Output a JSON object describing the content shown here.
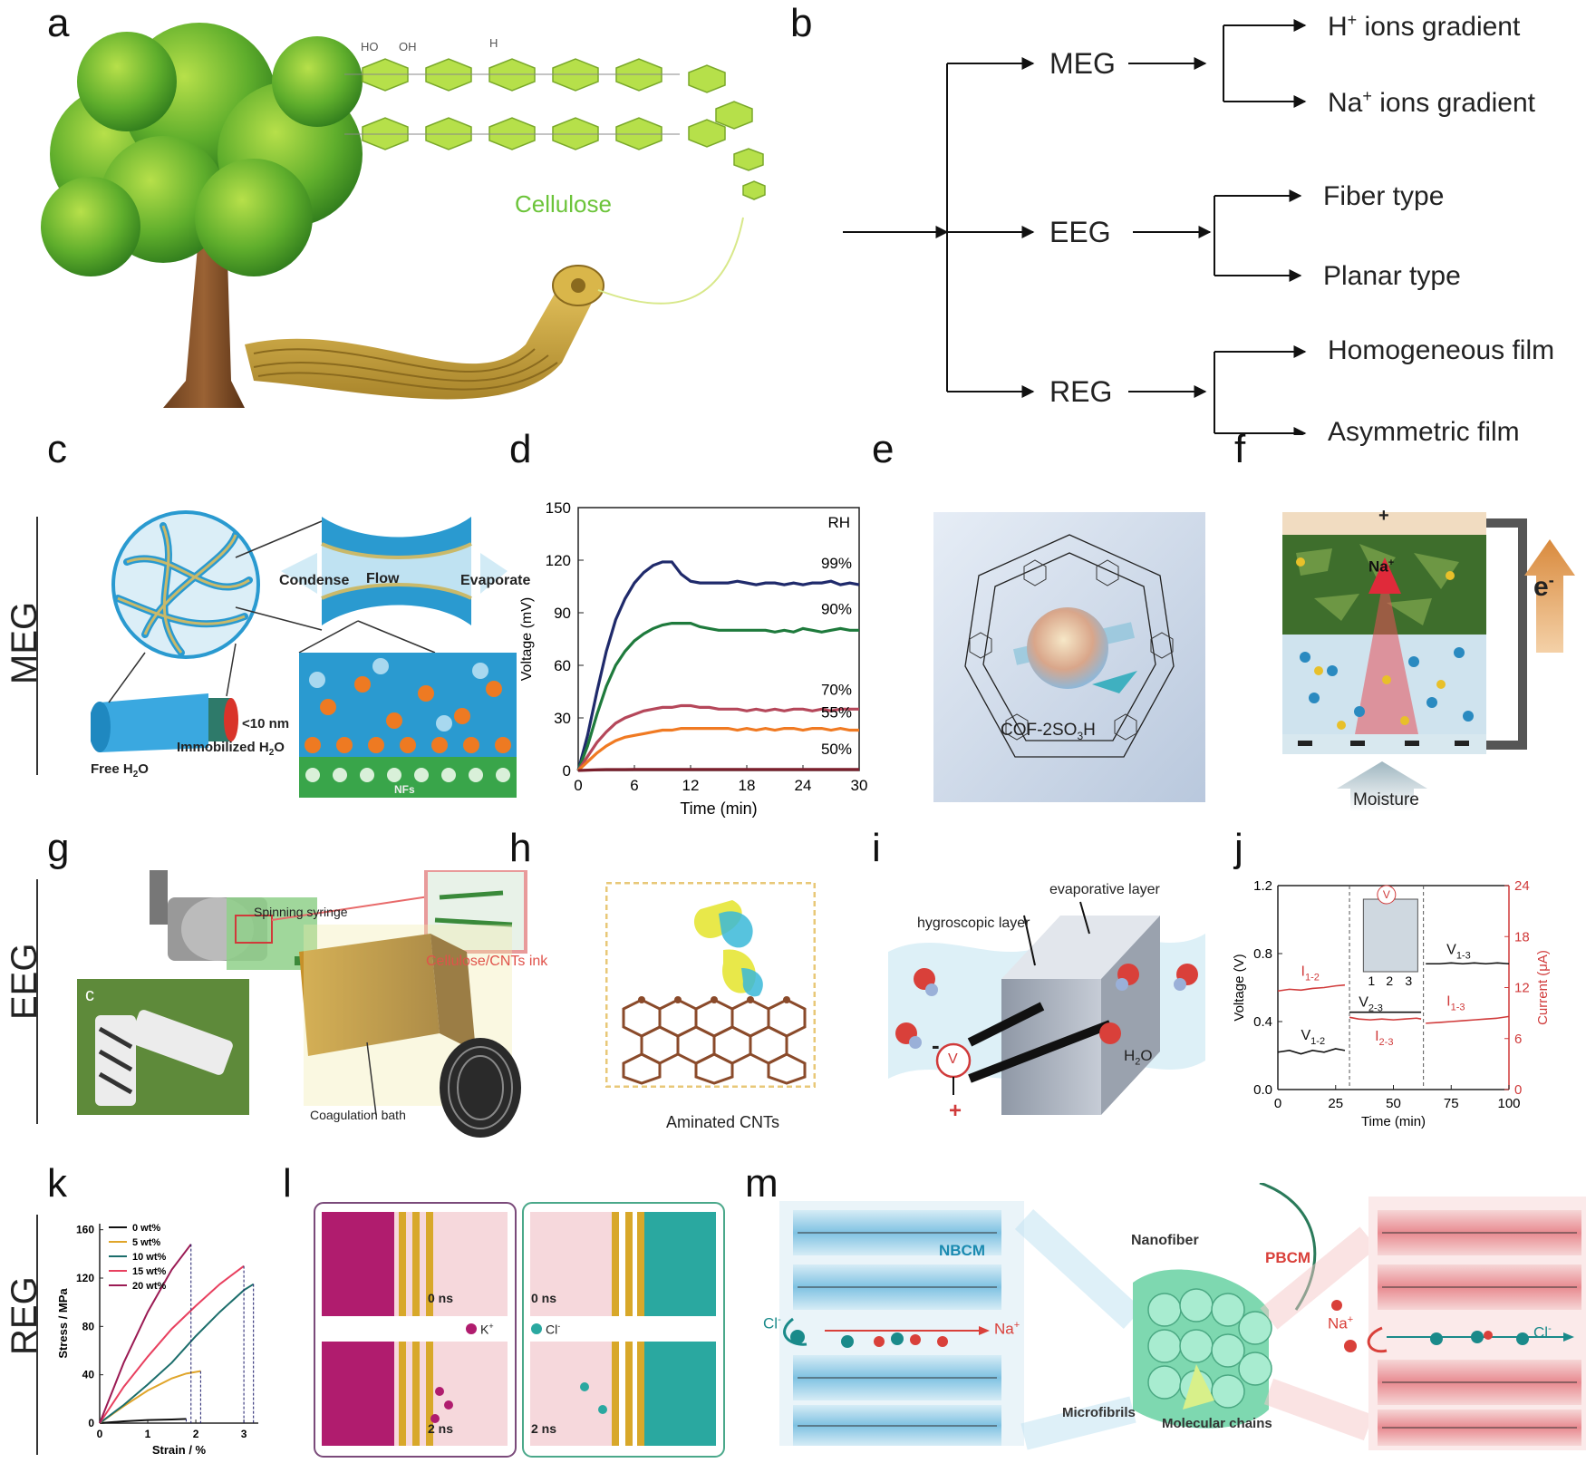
{
  "panels": {
    "a": "a",
    "b": "b",
    "c": "c",
    "d": "d",
    "e": "e",
    "f": "f",
    "g": "g",
    "h": "h",
    "i": "i",
    "j": "j",
    "k": "k",
    "l": "l",
    "m": "m"
  },
  "sections": {
    "meg": "MEG",
    "eeg": "EEG",
    "reg": "REG"
  },
  "panel_a": {
    "cellulose": "Cellulose",
    "ho": "HO",
    "oh": "OH",
    "h": "H"
  },
  "panel_b": {
    "meg": "MEG",
    "eeg": "EEG",
    "reg": "REG",
    "h_ions": "ions gradient",
    "h_sym": "H",
    "na_sym": "Na",
    "plus": "+",
    "fiber": "Fiber type",
    "planar": "Planar type",
    "homog": "Homogeneous film",
    "asym": "Asymmetric film"
  },
  "panel_c": {
    "condense": "Condense",
    "flow": "Flow",
    "evaporate": "Evaporate",
    "size": "<10 nm",
    "free": "Free H",
    "free_sub": "2",
    "free_o": "O",
    "immob": "Immobilized  H",
    "immob_sub": "2",
    "immob_o": "O",
    "nfs": "NFs"
  },
  "panel_e": {
    "label": "COF-2SO",
    "sub": "3",
    "tail": "H"
  },
  "panel_f": {
    "na": "Na",
    "plus": "+",
    "eminus": "e",
    "moisture": "Moisture"
  },
  "panel_g": {
    "syringe": "Spinning syringe",
    "ink": "Cellulose/CNTs ink",
    "bath": "Coagulation bath",
    "inset": "c"
  },
  "panel_h": {
    "caption": "Aminated CNTs"
  },
  "panel_i": {
    "evap": "evaporative layer",
    "hygro": "hygroscopic layer",
    "water": "H",
    "water_sub": "2",
    "water_o": "O",
    "v": "V",
    "minus": "-",
    "plus": "+"
  },
  "panel_j": {
    "i12": "I",
    "i12s": "1-2",
    "v12": "V",
    "v12s": "1-2",
    "v23": "V",
    "v23s": "2-3",
    "i23": "I",
    "i23s": "2-3",
    "v13": "V",
    "v13s": "1-3",
    "i13": "I",
    "i13s": "1-3",
    "n1": "1",
    "n2": "2",
    "n3": "3",
    "v": "V"
  },
  "panel_l": {
    "t0a": "0 ns",
    "t0b": "0 ns",
    "t2a": "2 ns",
    "t2b": "2 ns",
    "k": "K",
    "kplus": "+",
    "cl": "Cl",
    "clminus": "-"
  },
  "panel_m": {
    "nbcm": "NBCM",
    "pbcm": "PBCM",
    "nanofiber": "Nanofiber",
    "microfibrils": "Microfibrils",
    "chains": "Molecular chains",
    "cl": "Cl",
    "na": "Na",
    "minus": "-",
    "plus": "+"
  },
  "chart_data": [
    {
      "type": "line",
      "panel": "d",
      "xlabel": "Time (min)",
      "ylabel": "Voltage (mV)",
      "xlim": [
        0,
        30
      ],
      "ylim": [
        0,
        150
      ],
      "xticks": [
        0,
        6,
        12,
        18,
        24,
        30
      ],
      "yticks": [
        0,
        30,
        60,
        90,
        120,
        150
      ],
      "legend_title": "RH",
      "series": [
        {
          "name": "99%",
          "color": "#1f2a6b",
          "x": [
            0,
            1,
            2,
            3,
            4,
            5,
            6,
            7,
            8,
            9,
            10,
            11,
            12,
            13,
            14,
            15,
            16,
            17,
            18,
            19,
            20,
            21,
            22,
            23,
            24,
            25,
            26,
            27,
            28,
            29,
            30
          ],
          "y": [
            0,
            20,
            45,
            68,
            86,
            98,
            107,
            113,
            117,
            119,
            119,
            112,
            108,
            107,
            107,
            107,
            107,
            108,
            107,
            106,
            107,
            107,
            106,
            107,
            106,
            107,
            107,
            108,
            106,
            107,
            106
          ]
        },
        {
          "name": "90%",
          "color": "#1e7a3c",
          "x": [
            0,
            1,
            2,
            3,
            4,
            5,
            6,
            7,
            8,
            9,
            10,
            11,
            12,
            13,
            14,
            15,
            16,
            17,
            18,
            19,
            20,
            21,
            22,
            23,
            24,
            25,
            26,
            27,
            28,
            29,
            30
          ],
          "y": [
            0,
            14,
            32,
            48,
            60,
            68,
            74,
            78,
            81,
            83,
            84,
            84,
            84,
            82,
            81,
            80,
            80,
            80,
            80,
            80,
            80,
            79,
            80,
            79,
            81,
            80,
            79,
            80,
            81,
            80,
            80
          ]
        },
        {
          "name": "70%",
          "color": "#b5475a",
          "x": [
            0,
            1,
            2,
            3,
            4,
            5,
            6,
            7,
            8,
            9,
            10,
            11,
            12,
            13,
            14,
            15,
            16,
            17,
            18,
            19,
            20,
            21,
            22,
            23,
            24,
            25,
            26,
            27,
            28,
            29,
            30
          ],
          "y": [
            0,
            8,
            16,
            22,
            27,
            30,
            32,
            34,
            35,
            36,
            36,
            37,
            37,
            36,
            36,
            35,
            35,
            35,
            34,
            35,
            34,
            35,
            34,
            35,
            35,
            34,
            35,
            34,
            35,
            35,
            35
          ]
        },
        {
          "name": "55%",
          "color": "#f07a22",
          "x": [
            0,
            1,
            2,
            3,
            4,
            5,
            6,
            7,
            8,
            9,
            10,
            11,
            12,
            13,
            14,
            15,
            16,
            17,
            18,
            19,
            20,
            21,
            22,
            23,
            24,
            25,
            26,
            27,
            28,
            29,
            30
          ],
          "y": [
            0,
            5,
            10,
            14,
            17,
            19,
            20,
            21,
            22,
            23,
            23,
            24,
            24,
            24,
            24,
            24,
            24,
            23,
            24,
            23,
            24,
            23,
            24,
            24,
            23,
            24,
            24,
            23,
            24,
            23,
            23
          ]
        },
        {
          "name": "50%",
          "color": "#7a1f2c",
          "x": [
            0,
            1,
            2,
            3,
            4,
            5,
            6,
            7,
            8,
            9,
            10,
            11,
            12,
            13,
            14,
            15,
            16,
            17,
            18,
            19,
            20,
            21,
            22,
            23,
            24,
            25,
            26,
            27,
            28,
            29,
            30
          ],
          "y": [
            0,
            0.2,
            0.4,
            0.5,
            0.5,
            0.5,
            0.6,
            0.6,
            0.6,
            0.6,
            0.6,
            0.6,
            0.6,
            0.6,
            0.6,
            0.6,
            0.6,
            0.6,
            0.6,
            0.6,
            0.6,
            0.6,
            0.6,
            0.6,
            0.6,
            0.6,
            0.6,
            0.6,
            0.6,
            0.6,
            0.6
          ]
        }
      ]
    },
    {
      "type": "line",
      "panel": "j",
      "xlabel": "Time (min)",
      "ylabel": "Voltage (V)",
      "ylabel_right": "Current (μA)",
      "xlim": [
        0,
        100
      ],
      "ylim": [
        0,
        1.2
      ],
      "ylim_right": [
        0,
        24
      ],
      "xticks": [
        0,
        25,
        50,
        75,
        100
      ],
      "yticks": [
        0.0,
        0.4,
        0.8,
        1.2
      ],
      "yticks_right": [
        0,
        6,
        12,
        18,
        24
      ],
      "dividers_x": [
        31,
        63
      ],
      "series": [
        {
          "name": "V1-2",
          "axis": "left",
          "color": "#111111",
          "x": [
            0,
            5,
            10,
            15,
            20,
            25,
            29
          ],
          "y": [
            0.22,
            0.23,
            0.21,
            0.23,
            0.22,
            0.24,
            0.23
          ]
        },
        {
          "name": "I1-2",
          "axis": "right",
          "color": "#d03a3a",
          "x": [
            0,
            5,
            10,
            15,
            20,
            25,
            29
          ],
          "y": [
            11.6,
            11.8,
            11.7,
            11.9,
            12.0,
            12.2,
            12.3
          ]
        },
        {
          "name": "V2-3",
          "axis": "left",
          "color": "#111111",
          "x": [
            31,
            35,
            40,
            45,
            50,
            55,
            60,
            62
          ],
          "y": [
            0.455,
            0.455,
            0.455,
            0.455,
            0.455,
            0.455,
            0.455,
            0.455
          ]
        },
        {
          "name": "I2-3",
          "axis": "right",
          "color": "#d03a3a",
          "x": [
            31,
            35,
            40,
            45,
            50,
            55,
            60,
            62
          ],
          "y": [
            8.5,
            8.3,
            8.2,
            8.3,
            8.2,
            8.3,
            8.4,
            8.3
          ]
        },
        {
          "name": "V1-3",
          "axis": "left",
          "color": "#111111",
          "x": [
            64,
            70,
            75,
            80,
            85,
            90,
            95,
            100
          ],
          "y": [
            0.74,
            0.74,
            0.745,
            0.74,
            0.745,
            0.74,
            0.745,
            0.74
          ]
        },
        {
          "name": "I1-3",
          "axis": "right",
          "color": "#d03a3a",
          "x": [
            64,
            70,
            75,
            80,
            85,
            90,
            95,
            100
          ],
          "y": [
            7.8,
            7.9,
            8.0,
            8.1,
            8.2,
            8.3,
            8.4,
            8.6
          ]
        }
      ]
    },
    {
      "type": "line",
      "panel": "k",
      "xlabel": "Strain / %",
      "ylabel": "Stress / MPa",
      "xlim": [
        0,
        3.3
      ],
      "ylim": [
        0,
        165
      ],
      "xticks": [
        0,
        1,
        2,
        3
      ],
      "yticks": [
        0,
        40,
        80,
        120,
        160
      ],
      "series": [
        {
          "name": "0 wt%",
          "color": "#111111",
          "x": [
            0,
            0.5,
            1.0,
            1.5,
            1.8
          ],
          "y": [
            0,
            1.5,
            2.5,
            3,
            3.5
          ],
          "break_x": 1.8
        },
        {
          "name": "5 wt%",
          "color": "#e0a52a",
          "x": [
            0,
            0.5,
            1.0,
            1.5,
            1.8,
            2.1
          ],
          "y": [
            0,
            14,
            27,
            37,
            41,
            43
          ],
          "break_x": 2.1
        },
        {
          "name": "10 wt%",
          "color": "#1b6d6b",
          "x": [
            0,
            0.5,
            1.0,
            1.5,
            2.0,
            2.5,
            3.0,
            3.2
          ],
          "y": [
            0,
            15,
            32,
            50,
            72,
            92,
            110,
            115
          ],
          "break_x": 3.2
        },
        {
          "name": "15 wt%",
          "color": "#e8405f",
          "x": [
            0,
            0.5,
            1.0,
            1.5,
            2.0,
            2.5,
            3.0
          ],
          "y": [
            0,
            30,
            55,
            78,
            97,
            115,
            130
          ],
          "break_x": 3.0
        },
        {
          "name": "20 wt%",
          "color": "#9b1b54",
          "x": [
            0,
            0.5,
            1.0,
            1.5,
            1.9
          ],
          "y": [
            0,
            50,
            92,
            127,
            148
          ],
          "break_x": 1.9
        }
      ]
    }
  ]
}
